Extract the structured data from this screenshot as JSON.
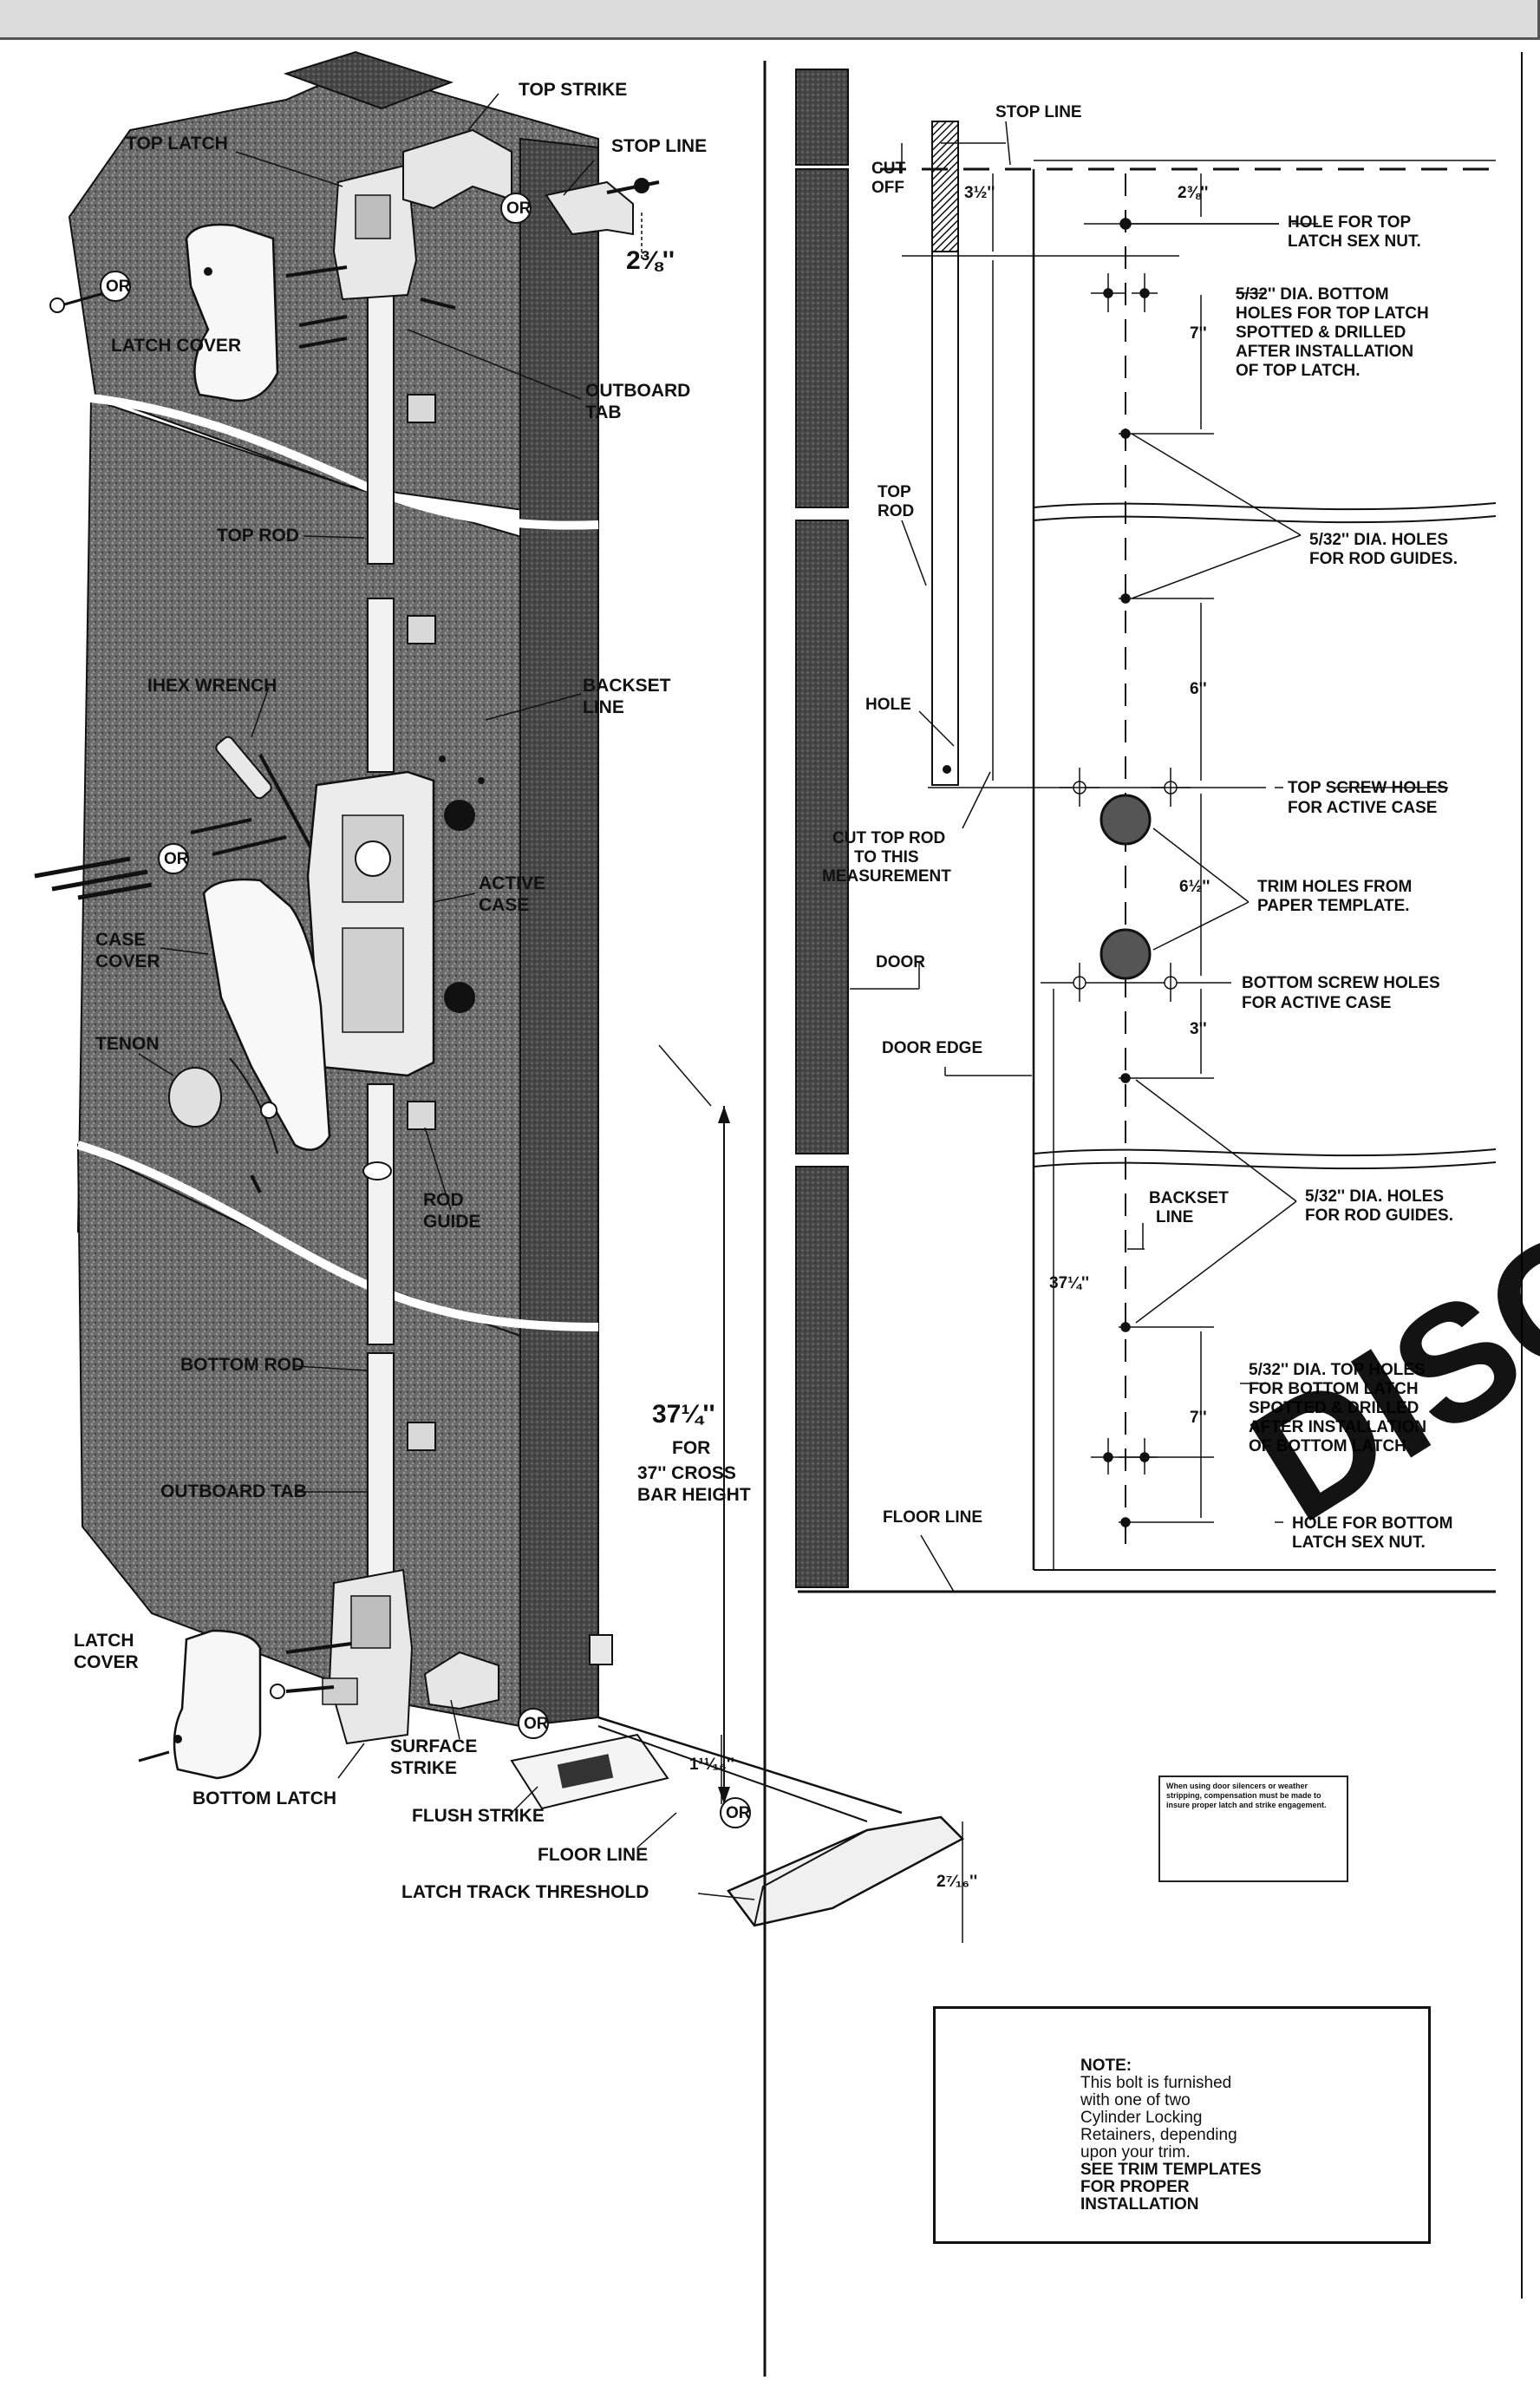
{
  "left_diagram": {
    "labels": {
      "top_strike": "TOP STRIKE",
      "top_latch": "TOP LATCH",
      "stop_line": "STOP LINE",
      "or_1": "OR",
      "or_2": "OR",
      "or_3": "OR",
      "or_4": "OR",
      "or_5": "OR",
      "dim_2_3_8": "2⅜''",
      "latch_cover_top": "LATCH COVER",
      "outboard_tab_top_1": "OUTBOARD",
      "outboard_tab_top_2": "TAB",
      "top_rod": "TOP ROD",
      "hex_wrench": "IHEX WRENCH",
      "backset_line_1": "BACKSET",
      "backset_line_2": "LINE",
      "active_case_1": "ACTIVE",
      "active_case_2": "CASE",
      "case_cover_1": "CASE",
      "case_cover_2": "COVER",
      "tenon": "TENON",
      "rod_guide_1": "ROD",
      "rod_guide_2": "GUIDE",
      "bottom_rod": "BOTTOM ROD",
      "dim_37_1_4": "37¼''",
      "for": "FOR",
      "cross_bar_1": "37'' CROSS",
      "cross_bar_2": "BAR HEIGHT",
      "outboard_tab_bottom": "OUTBOARD TAB",
      "latch_cover_bottom_1": "LATCH",
      "latch_cover_bottom_2": "COVER",
      "surface_strike_1": "SURFACE",
      "surface_strike_2": "STRIKE",
      "bottom_latch": "BOTTOM LATCH",
      "flush_strike": "FLUSH STRIKE",
      "dim_1_11_16": "1¹¹⁄₁₆''",
      "floor_line": "FLOOR LINE",
      "dim_2_7_16": "2⁷⁄₁₆''",
      "latch_track_threshold": "LATCH TRACK THRESHOLD"
    }
  },
  "right_diagram": {
    "labels": {
      "stop_line": "STOP LINE",
      "cut_off_1": "CUT",
      "cut_off_2": "OFF",
      "dim_3_1_2": "3½''",
      "dim_2_3_8": "2⅜''",
      "hole_top_latch_1": "HOLE FOR TOP",
      "hole_top_latch_2": "LATCH SEX NUT.",
      "bottom_holes_1": "5/32'' DIA. BOTTOM",
      "bottom_holes_2": "HOLES FOR TOP LATCH",
      "bottom_holes_3": "SPOTTED & DRILLED",
      "bottom_holes_4": "AFTER INSTALLATION",
      "bottom_holes_5": "OF TOP LATCH.",
      "dim_7_a": "7''",
      "top_rod_1": "TOP",
      "top_rod_2": "ROD",
      "rod_guides_a_1": "5/32'' DIA. HOLES",
      "rod_guides_a_2": "FOR ROD GUIDES.",
      "dim_6": "6''",
      "hole": "HOLE",
      "top_screw_1": "TOP SCREW HOLES",
      "top_screw_2": "FOR ACTIVE CASE",
      "cut_top_rod_1": "CUT TOP ROD",
      "cut_top_rod_2": "TO THIS",
      "cut_top_rod_3": "MEASUREMENT",
      "dim_6_1_2": "6½''",
      "trim_holes_1": "TRIM HOLES FROM",
      "trim_holes_2": "PAPER TEMPLATE.",
      "door": "DOOR",
      "bottom_screw_1": "BOTTOM SCREW HOLES",
      "bottom_screw_2": "FOR ACTIVE CASE",
      "dim_3": "3''",
      "door_edge": "DOOR EDGE",
      "backset_1": "BACKSET",
      "backset_2": "LINE",
      "rod_guides_b_1": "5/32'' DIA. HOLES",
      "rod_guides_b_2": "FOR ROD GUIDES.",
      "dim_37_1_4": "37¼''",
      "top_holes_1": "5/32'' DIA. TOP HOLES",
      "top_holes_2": "FOR BOTTOM LATCH",
      "top_holes_3": "SPOTTED & DRILLED",
      "top_holes_4": "AFTER INSTALLATION",
      "top_holes_5": "OF BOTTOM LATCH.",
      "dim_7_b": "7''",
      "floor_line": "FLOOR LINE",
      "hole_bottom_latch_1": "HOLE FOR BOTTOM",
      "hole_bottom_latch_2": "LATCH SEX NUT."
    }
  },
  "small_note": "When using door silencers or weather stripping, compensation must be made to insure proper latch and strike engagement.",
  "note": {
    "heading": "NOTE:",
    "line1": "This bolt is furnished",
    "line2": "with one of two",
    "line3": "Cylinder Locking",
    "line4": "Retainers, depending",
    "line5": "upon your trim.",
    "line6": "SEE TRIM TEMPLATES",
    "line7": "FOR PROPER",
    "line8": "INSTALLATION"
  },
  "watermark": "DISC"
}
